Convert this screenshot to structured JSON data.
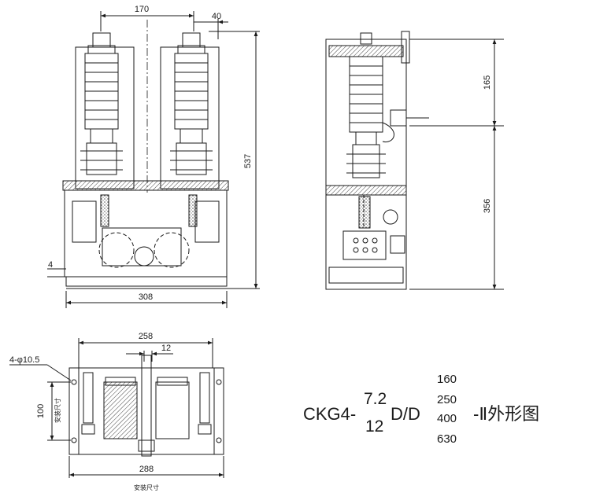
{
  "front_view": {
    "dim_width_top": "170",
    "dim_offset": "40",
    "dim_height": "537",
    "dim_bottom_width": "308",
    "dim_base": "4"
  },
  "side_view": {
    "dim_upper": "165",
    "dim_lower": "356"
  },
  "bottom_view": {
    "dim_width": "258",
    "dim_gap": "12",
    "dim_hole_spacing": "100",
    "dim_install_width": "288",
    "hole_note": "4-φ10.5",
    "install_label_vertical": "安装尺寸",
    "install_label_bottom": "安装尺寸"
  },
  "title": {
    "prefix": "CKG4-",
    "voltage_top": "7.2",
    "voltage_bottom": "12",
    "model_mid": "D/D",
    "current_1": "160",
    "current_2": "250",
    "current_3": "400",
    "current_4": "630",
    "suffix": "-Ⅱ外形图"
  }
}
